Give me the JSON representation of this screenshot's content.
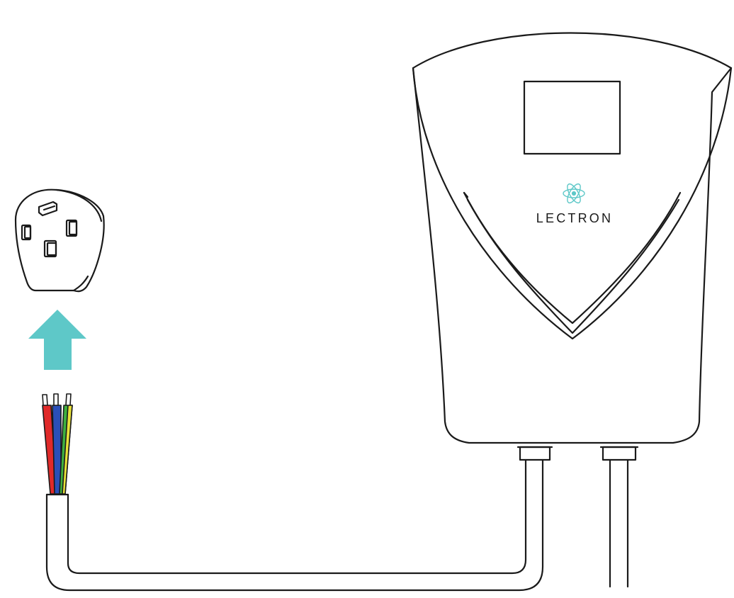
{
  "brand": {
    "name": "LECTRON",
    "accent_color": "#5ec8c8"
  },
  "components": {
    "plug": "nema-plug-icon",
    "arrow": "up-arrow-icon",
    "wires": [
      "red",
      "blue",
      "green-yellow"
    ],
    "charger": "ev-charger-unit"
  },
  "colors": {
    "outline": "#1a1a1a",
    "arrow": "#5ec8c8",
    "wire_red": "#e02a2a",
    "wire_blue": "#2a4fb8",
    "wire_green": "#3fb03f",
    "wire_yellow": "#e8e23a"
  }
}
